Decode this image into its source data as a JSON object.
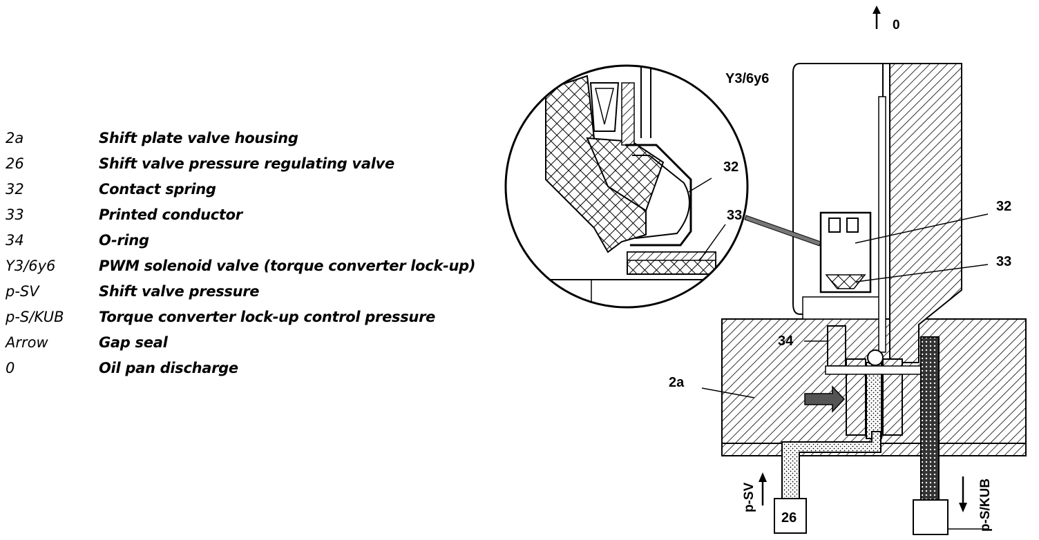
{
  "legend": [
    {
      "code": "2a",
      "desc": "Shift plate valve housing"
    },
    {
      "code": "26",
      "desc": "Shift valve pressure regulating valve"
    },
    {
      "code": "32",
      "desc": "Contact spring"
    },
    {
      "code": "33",
      "desc": "Printed conductor"
    },
    {
      "code": "34",
      "desc": "O-ring"
    },
    {
      "code": "Y3/6y6",
      "desc": "PWM solenoid valve (torque converter lock-up)"
    },
    {
      "code": "p-SV",
      "desc": "Shift valve pressure"
    },
    {
      "code": "p-S/KUB",
      "desc": "Torque converter lock-up control pressure"
    },
    {
      "code": "Arrow",
      "desc": "Gap seal"
    },
    {
      "code": "0",
      "desc": "Oil pan discharge"
    }
  ],
  "labels": {
    "zero": "0",
    "y3": "Y3/6y6",
    "l32_detail": "32",
    "l33_detail": "33",
    "l32_main": "32",
    "l33_main": "33",
    "l34": "34",
    "l2a": "2a",
    "l26": "26",
    "psv": "p-SV",
    "pskub": "p-S/KUB"
  }
}
